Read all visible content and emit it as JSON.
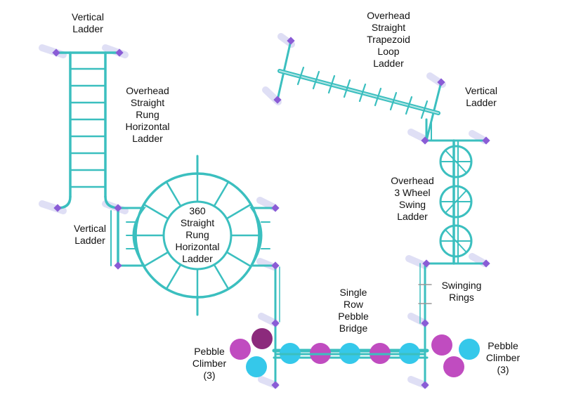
{
  "colors": {
    "frame": "#3bbfbf",
    "post": "#8a5cd6",
    "shadow": "#c9c9ee",
    "pebble_magenta": "#c04cc0",
    "pebble_cyan": "#35c8ea",
    "pebble_plum": "#8c2a7c",
    "label": "#111111"
  },
  "labels": {
    "vertical_ladder_top_left": [
      "Vertical",
      "Ladder"
    ],
    "overhead_rung_ladder": [
      "Overhead",
      "Straight",
      "Rung",
      "Horizontal",
      "Ladder"
    ],
    "trapezoid_loop_ladder": [
      "Overhead",
      "Straight",
      "Trapezoid",
      "Loop",
      "Ladder"
    ],
    "vertical_ladder_right": [
      "Vertical",
      "Ladder"
    ],
    "wheel_swing_ladder": [
      "Overhead",
      "3 Wheel",
      "Swing",
      "Ladder"
    ],
    "vertical_ladder_left": [
      "Vertical",
      "Ladder"
    ],
    "ring_360": [
      "360",
      "Straight",
      "Rung",
      "Horizontal",
      "Ladder"
    ],
    "swinging_rings": [
      "Swinging",
      "Rings"
    ],
    "pebble_bridge": [
      "Single",
      "Row",
      "Pebble",
      "Bridge"
    ],
    "pebble_climber_left": [
      "Pebble",
      "Climber",
      "(3)"
    ],
    "pebble_climber_right": [
      "Pebble",
      "Climber",
      "(3)"
    ]
  }
}
